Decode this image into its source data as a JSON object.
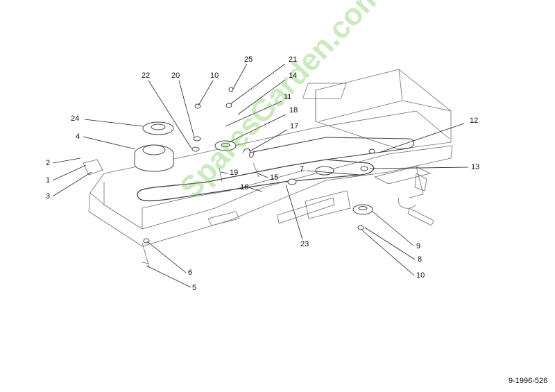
{
  "diagram": {
    "callouts": [
      "25",
      "21",
      "22",
      "20",
      "10",
      "14",
      "11",
      "18",
      "17",
      "24",
      "4",
      "2",
      "1",
      "3",
      "19",
      "15",
      "16",
      "7",
      "13",
      "12",
      "23",
      "9",
      "8",
      "10",
      "6",
      "5"
    ],
    "watermark": "SparesGarden.com",
    "reference": "9-1996-526"
  },
  "colors": {
    "line": "#3a3a3a",
    "watermark": "#78c85a"
  }
}
